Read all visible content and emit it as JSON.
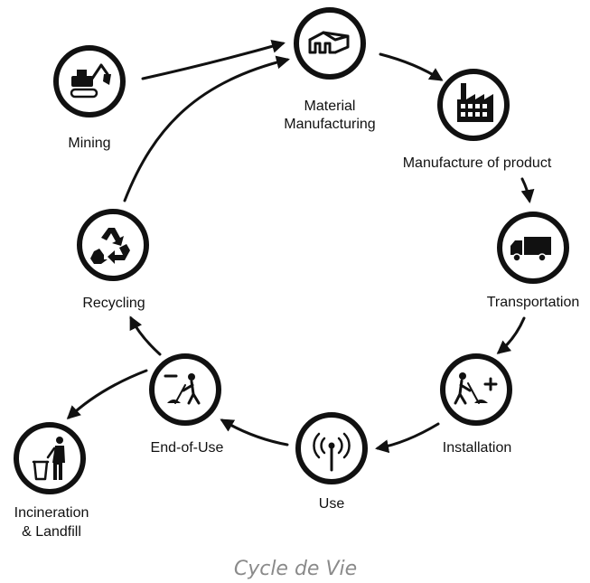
{
  "diagram": {
    "caption": "Cycle de Vie",
    "nodes": {
      "mining": {
        "label": "Mining",
        "icon": "excavator-icon"
      },
      "material": {
        "label_line1": "Material",
        "label_line2": "Manufacturing",
        "icon": "material-icon"
      },
      "product": {
        "label": "Manufacture of product",
        "icon": "factory-icon"
      },
      "transport": {
        "label": "Transportation",
        "icon": "truck-icon"
      },
      "install": {
        "label": "Installation",
        "icon": "worker-plus-icon"
      },
      "use": {
        "label": "Use",
        "icon": "signal-icon"
      },
      "endofuse": {
        "label": "End-of-Use",
        "icon": "worker-minus-icon"
      },
      "recycling": {
        "label": "Recycling",
        "icon": "recycle-icon"
      },
      "landfill": {
        "label_line1": "Incineration",
        "label_line2": "& Landfill",
        "icon": "trash-person-icon"
      }
    }
  }
}
